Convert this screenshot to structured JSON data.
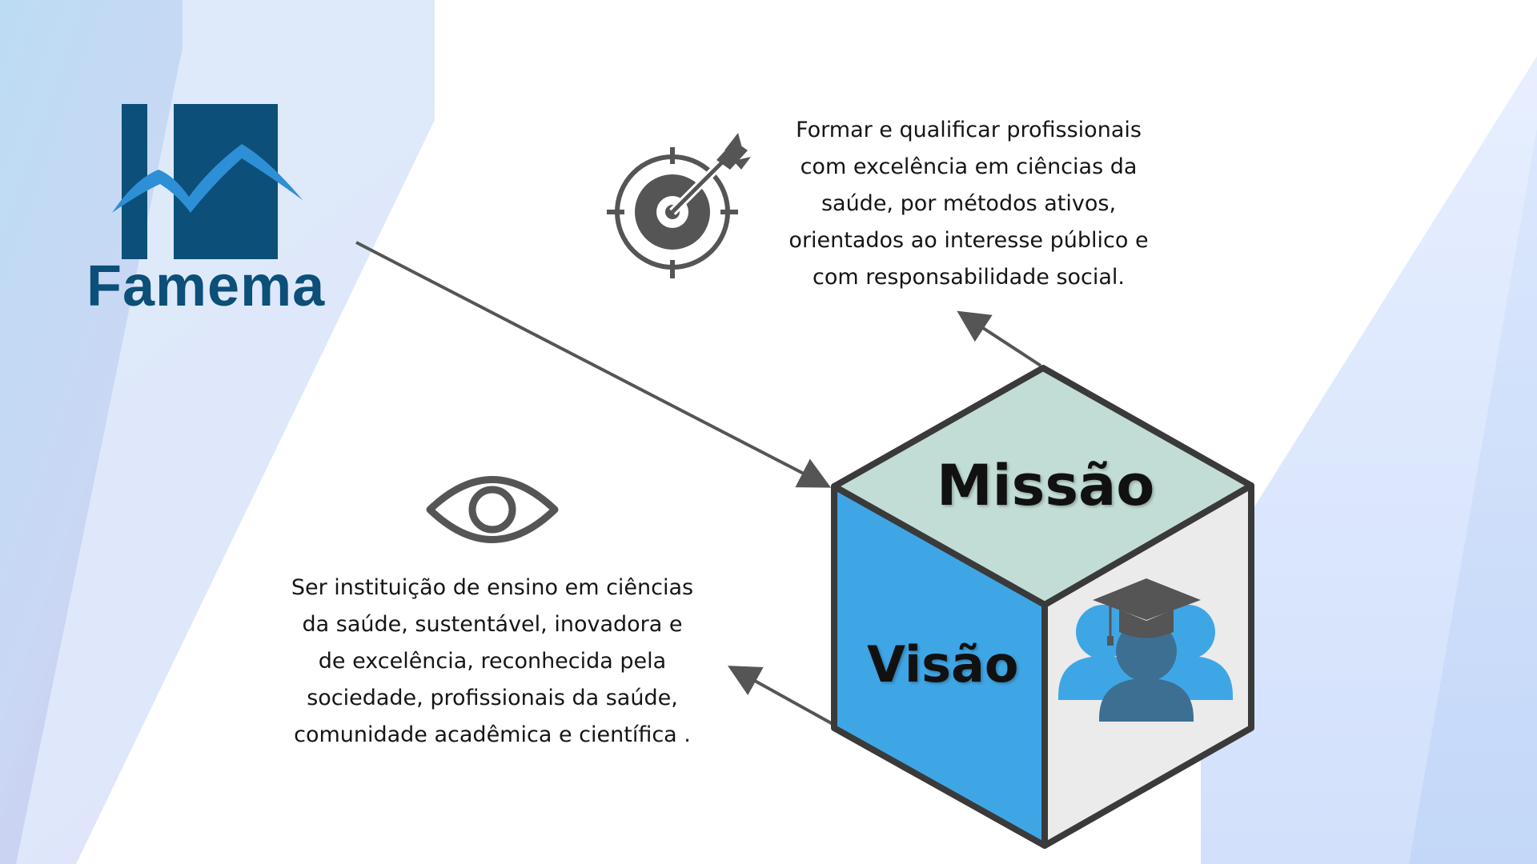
{
  "logo": {
    "name": "Famema"
  },
  "mission": {
    "label": "Missão",
    "text": "Formar e qualificar profissionais\ncom excelência em ciências da\nsaúde, por métodos ativos,\norientados ao interesse público e\ncom responsabilidade social."
  },
  "vision": {
    "label": "Visão",
    "text": "Ser instituição de ensino em ciências\nda saúde, sustentável, inovadora e\nde excelência, reconhecida pela\nsociedade, profissionais da saúde,\ncomunidade acadêmica e científica ."
  },
  "icons": {
    "mission": "target-arrow-icon",
    "vision": "eye-icon",
    "cube_face": "graduates-group-icon"
  },
  "colors": {
    "logo_blue": "#0c4f78",
    "logo_wave": "#2d8fd6",
    "cube_top": "#c2ddd6",
    "cube_left": "#3fa6e6",
    "cube_right": "#ebebeb",
    "cube_edge": "#3a3a3a",
    "icon_gray": "#555555",
    "graduate_dark": "#3d6f93",
    "graduate_light": "#3fa6e6"
  }
}
